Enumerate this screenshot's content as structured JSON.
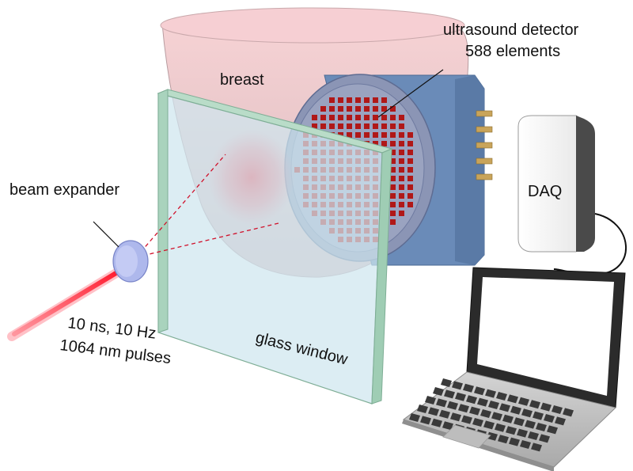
{
  "labels": {
    "detector_line1": "ultrasound detector",
    "detector_line2": "588 elements",
    "breast": "breast",
    "beam_expander": "beam expander",
    "daq": "DAQ",
    "pulse_line1": "10 ns, 10 Hz",
    "pulse_line2": "1064 nm pulses",
    "glass": "glass window"
  },
  "colors": {
    "breast_fill": "#f3c9cc",
    "laser": "#e8102a",
    "glass": "#cfe6ee",
    "glass_edge": "#8fbfa8",
    "detector_body": "#6a8bb8",
    "detector_face": "#8a95b4",
    "element": "#b01818",
    "daq_body": "#f2f2f2",
    "cable": "#111111",
    "laptop_body": "#c9c9c9",
    "laptop_screen": "#ffffff"
  }
}
